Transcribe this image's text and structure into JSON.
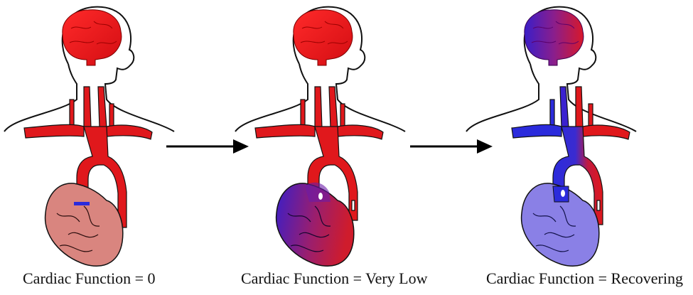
{
  "panels": [
    {
      "caption": "Cardiac Function = 0",
      "state": "no-function",
      "heart_fill": "#d9857f",
      "brain_fill": "#e0181c"
    },
    {
      "caption": "Cardiac Function = Very Low",
      "state": "very-low",
      "heart_fill": "gradient-blue-to-red",
      "brain_fill": "#e0181c"
    },
    {
      "caption": "Cardiac Function = Recovering",
      "state": "recovering",
      "heart_fill": "#8a80e6",
      "brain_fill": "gradient-blue-to-red"
    }
  ],
  "colors": {
    "oxygenated": "#e0181c",
    "deoxygenated": "#2b2bdc",
    "outline": "#111111",
    "arrow": "#000000"
  },
  "icons": {
    "arrow": "right-arrow-icon",
    "brain": "brain-icon",
    "heart": "heart-icon"
  }
}
